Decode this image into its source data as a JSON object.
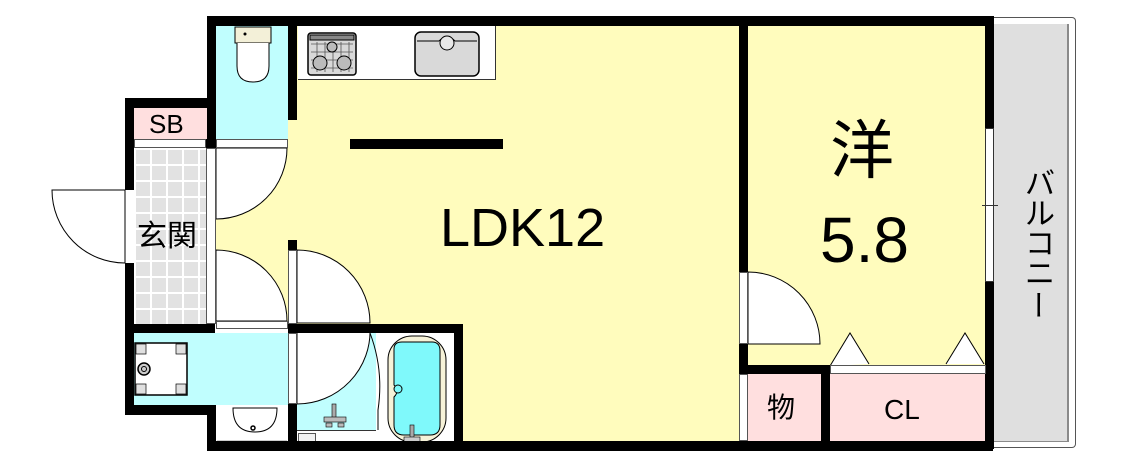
{
  "floorplan": {
    "colors": {
      "ldk": "#fffcbd",
      "western": "#fffcbd",
      "wet_area": "#c0fefe",
      "storage": "#ffdfdf",
      "entrance_tile": "#e2e2e2",
      "balcony": "#dfdfdf",
      "wall": "#000000",
      "door_swing": "#ffffff"
    },
    "rooms": {
      "ldk": {
        "label": "LDK12"
      },
      "western": {
        "label_kanji": "洋",
        "label_size": "5.8"
      },
      "entrance": {
        "label": "玄関"
      },
      "shoe_box": {
        "label": "SB"
      },
      "storage": {
        "label": "物"
      },
      "closet": {
        "label": "CL"
      },
      "balcony": {
        "label_chars": [
          "バ",
          "ル",
          "コ",
          "ニ",
          "ー"
        ]
      },
      "toilet": {},
      "washroom": {},
      "bathroom": {},
      "kitchen": {}
    }
  }
}
